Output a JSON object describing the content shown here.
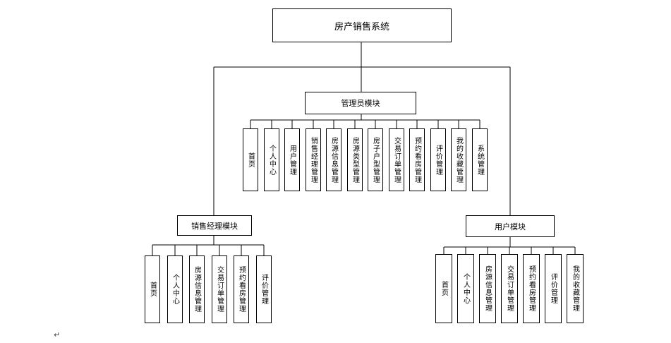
{
  "root": {
    "label": "房产销售系统"
  },
  "modules": {
    "admin": {
      "label": "管理员模块",
      "items": [
        "首页",
        "个人中心",
        "用户管理",
        "销售经理管理",
        "房源信息管理",
        "房源类型管理",
        "房子户型管理",
        "交易订单管理",
        "预约看房管理",
        "评价管理",
        "我的收藏管理",
        "系统管理"
      ]
    },
    "sales": {
      "label": "销售经理模块",
      "items": [
        "首页",
        "个人中心",
        "房源信息管理",
        "交易订单管理",
        "预约看房管理",
        "评价管理"
      ]
    },
    "user": {
      "label": "用户模块",
      "items": [
        "首页",
        "个人中心",
        "房源信息管理",
        "交易订单管理",
        "预约看房管理",
        "评价管理",
        "我的收藏管理"
      ]
    }
  },
  "footer": {
    "paragraph_mark": "↵"
  }
}
